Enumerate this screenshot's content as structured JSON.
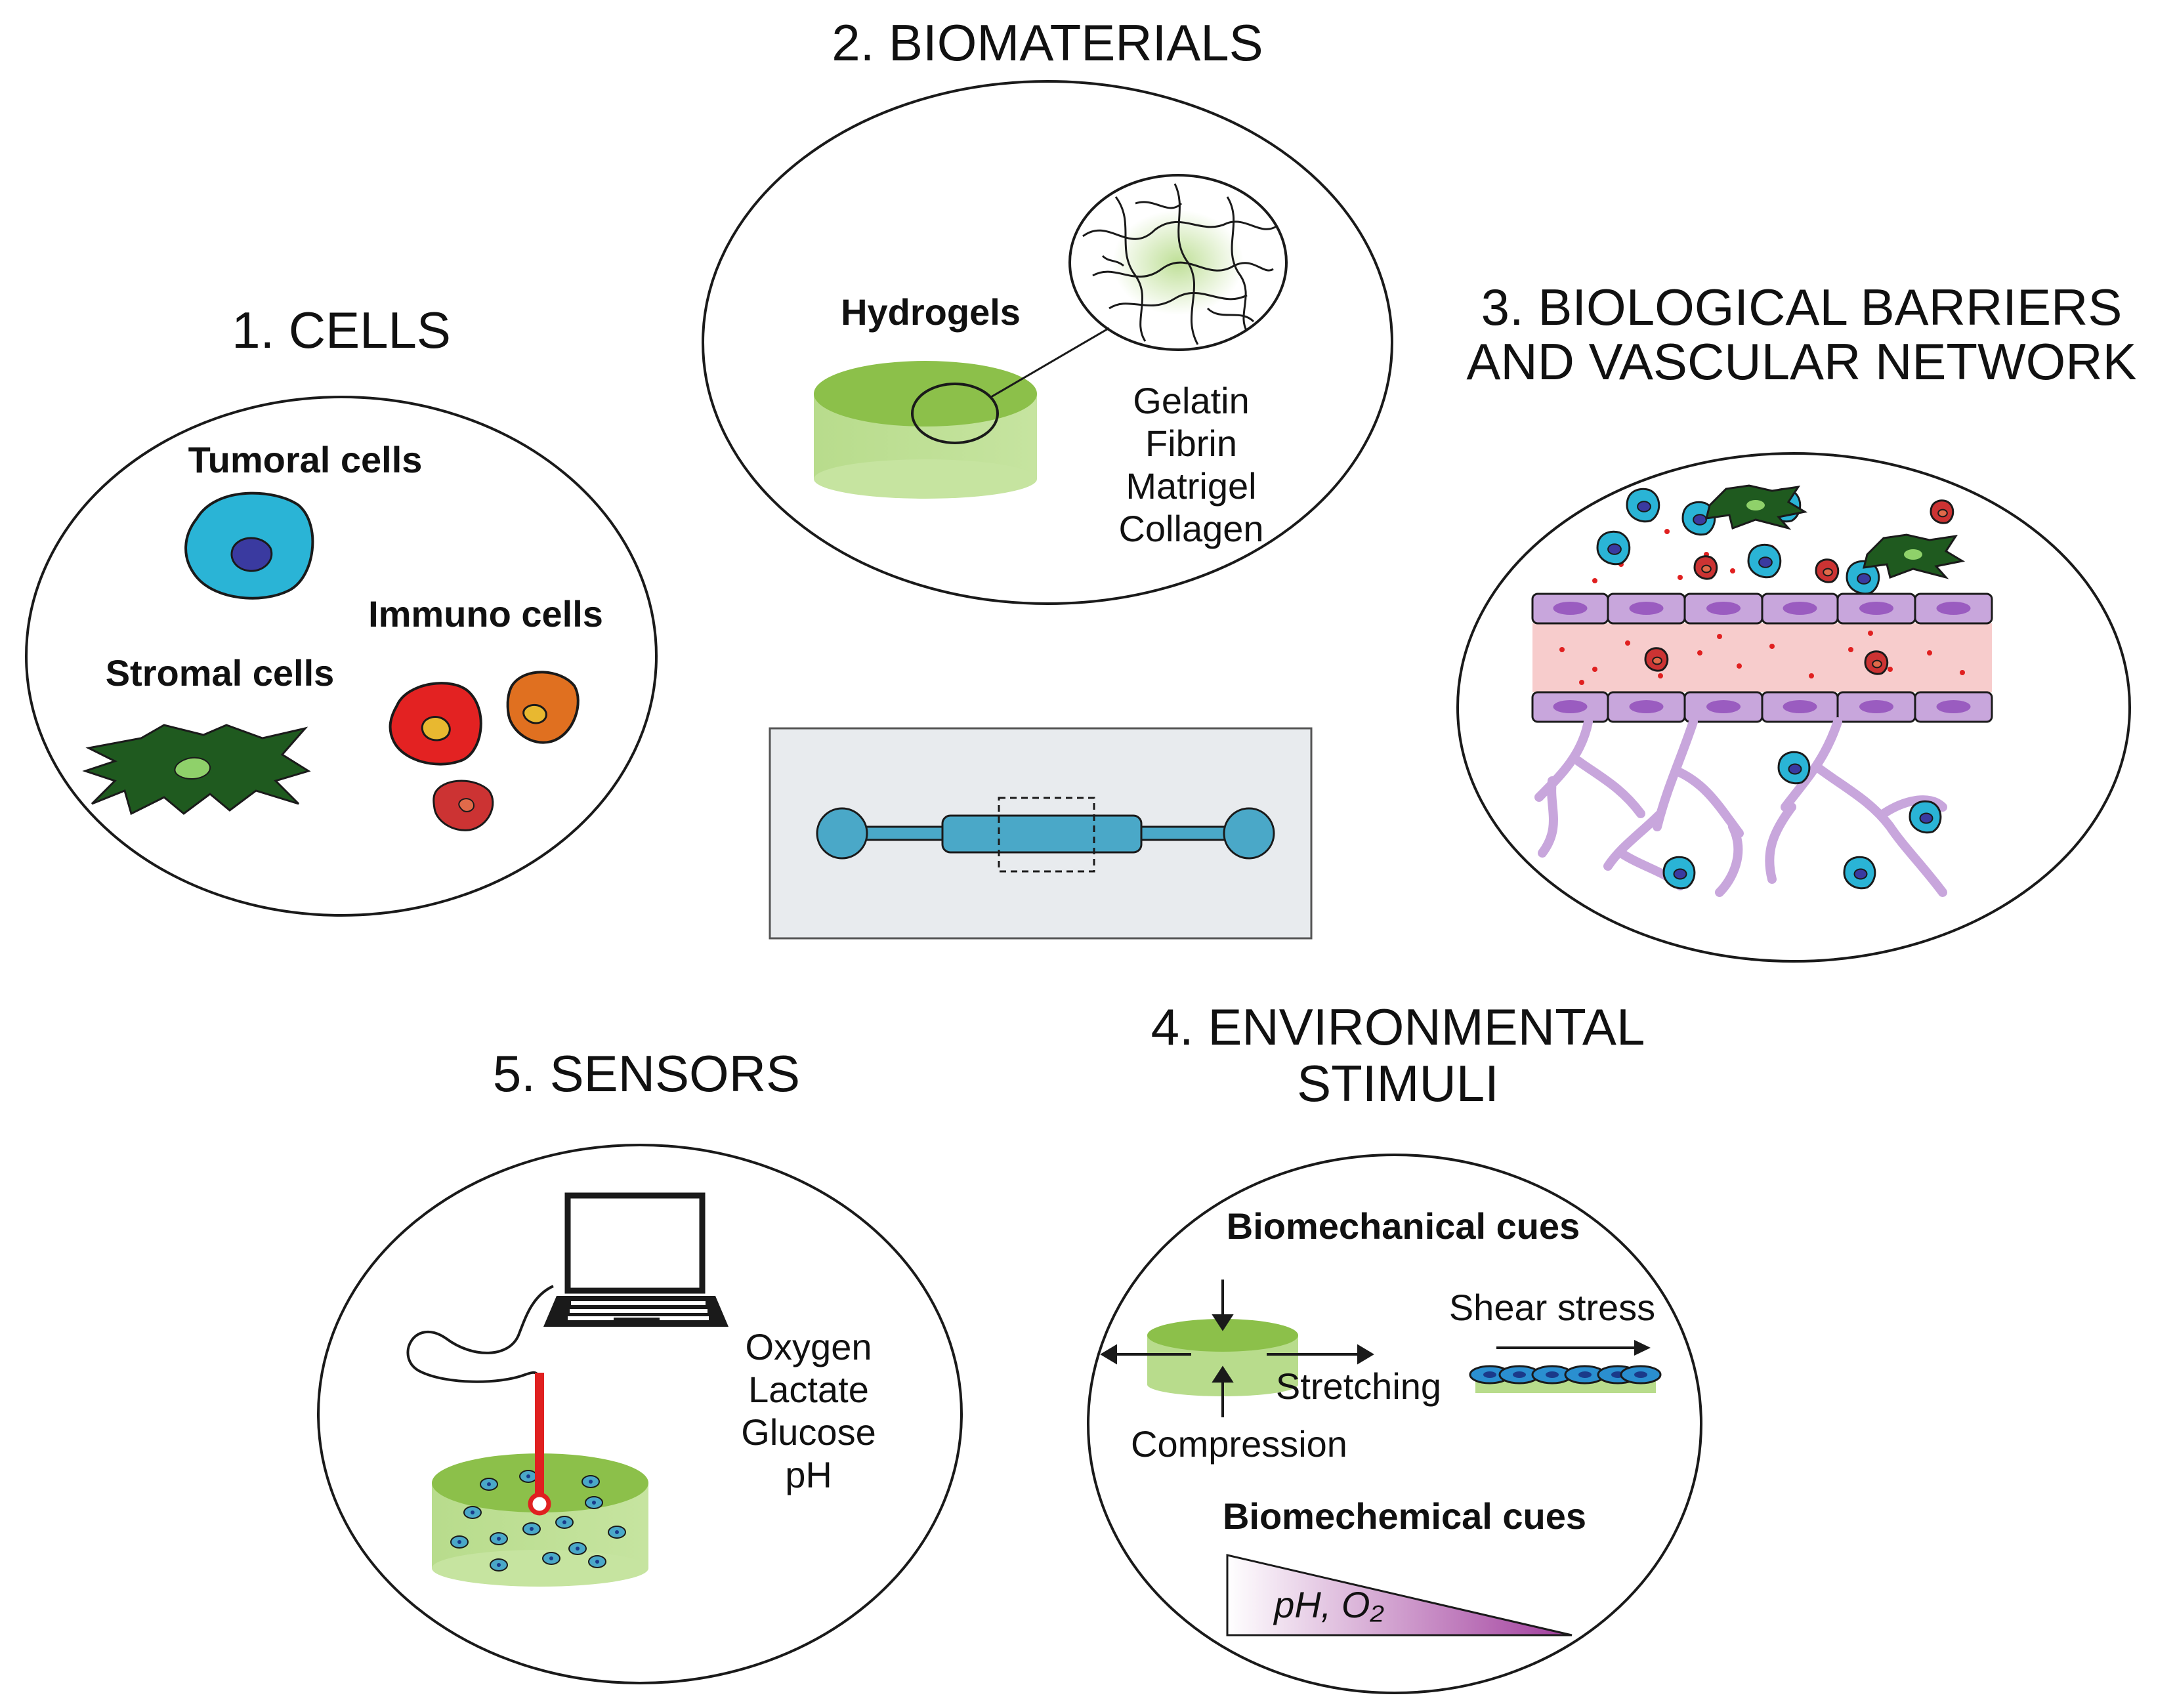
{
  "panels": {
    "cells": {
      "title": "1. CELLS",
      "tumoral": "Tumoral cells",
      "stromal": "Stromal cells",
      "immuno": "Immuno cells"
    },
    "biomaterials": {
      "title": "2. BIOMATERIALS",
      "hydrogels": "Hydrogels",
      "materials": [
        "Gelatin",
        "Fibrin",
        "Matrigel",
        "Collagen"
      ]
    },
    "barriers": {
      "title_line1": "3. BIOLOGICAL BARRIERS",
      "title_line2": "AND VASCULAR NETWORK"
    },
    "stimuli": {
      "title_line1": "4. ENVIRONMENTAL",
      "title_line2": "STIMULI",
      "biomechanical": "Biomechanical cues",
      "shear": "Shear stress",
      "stretching": "Stretching",
      "compression": "Compression",
      "biochemical": "Biomechemical cues",
      "gradient": "pH, O₂"
    },
    "sensors": {
      "title": "5. SENSORS",
      "analytes": [
        "Oxygen",
        "Lactate",
        "Glucose",
        "pH"
      ]
    }
  },
  "colors": {
    "tumor": "#2ab4d6",
    "tumor_nucleus": "#3a3aa0",
    "stroma": "#1f5a1f",
    "stroma_nucleus": "#8fd16a",
    "immune_red": "#e32222",
    "immune_orange": "#e07020",
    "immune_nucleus": "#e8b830",
    "immune_dark": "#cc3333",
    "hydrogel": "#b8dc8c",
    "hydrogel_top": "#8cc04a",
    "endothelium": "#c8a6dc",
    "endothelium_nucleus": "#9a5cc0",
    "lumen": "#f7cccc",
    "vessels": "#c8a6dc",
    "chip": "#4aa8c8",
    "chip_bg": "#e8ebee",
    "probe": "#e02020",
    "gradient_end": "#a03c9c"
  },
  "icons": [
    "laptop-icon",
    "probe-icon",
    "arrow-icon",
    "microfluidic-chip-icon"
  ]
}
